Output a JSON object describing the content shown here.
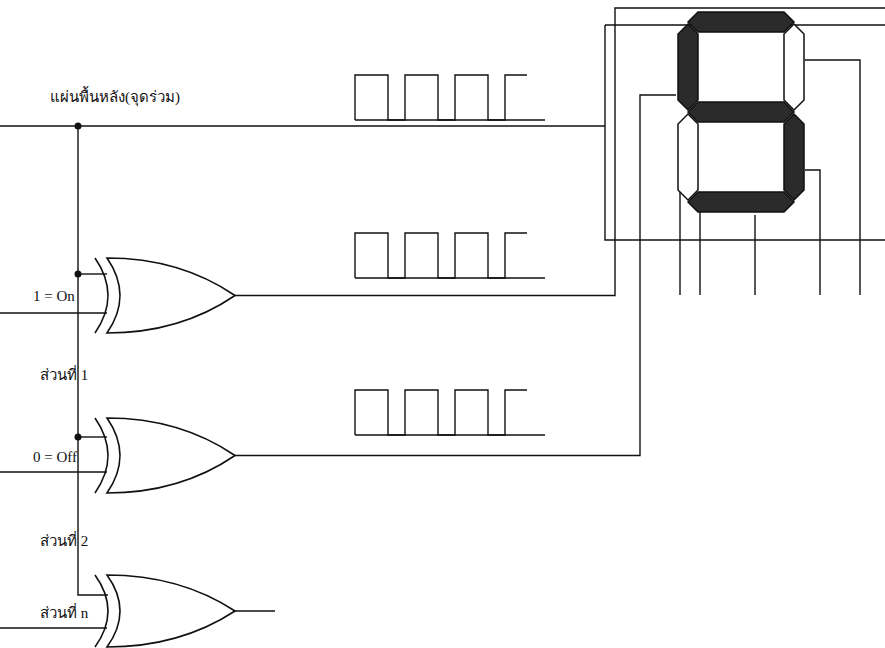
{
  "diagram": {
    "labels": [
      "แผ่นพื้นหลัง(จุดร่วม)",
      "1 = On",
      "ส่วนที่ 1",
      "0 = Off",
      "ส่วนที่ 2",
      "ส่วนที่ n"
    ]
  }
}
